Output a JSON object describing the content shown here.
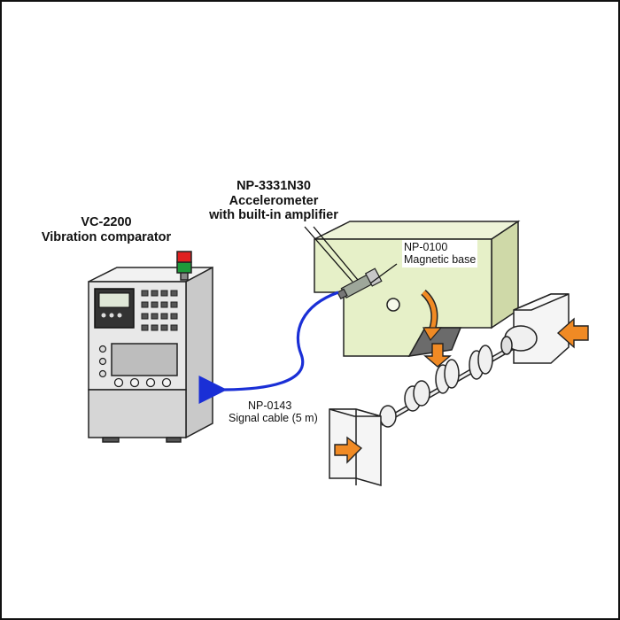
{
  "labels": {
    "comparator": {
      "model": "VC-2200",
      "name": "Vibration comparator"
    },
    "accelerometer": {
      "model": "NP-3331N30",
      "line1": "Accelerometer",
      "line2": "with built-in amplifier"
    },
    "magnetic_base": {
      "model": "NP-0100",
      "name": "Magnetic base"
    },
    "signal_cable": {
      "model": "NP-0143",
      "name": "Signal cable (5 m)"
    }
  },
  "colors": {
    "cabinet": "#e4e4e4",
    "machine": "#e6f0c8",
    "cable": "#1a2fd6",
    "arrow": "#f08a24",
    "lamp_red": "#e02020",
    "lamp_green": "#1e9a3a"
  }
}
